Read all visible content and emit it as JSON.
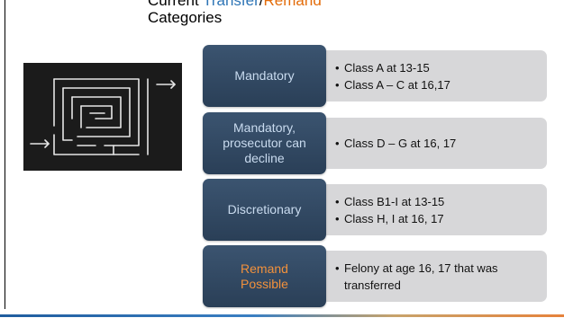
{
  "slide": {
    "title": {
      "word1": "Current",
      "word_transfer": "Transfer",
      "separator": "/",
      "word_remand": "Remand",
      "line2": "Categories"
    },
    "colors": {
      "transfer": "#2E75B6",
      "remand": "#E36C0A",
      "category_box": "#2f4660",
      "bullet_panel": "#d7d7d9"
    },
    "image_icon": "maze-icon",
    "categories": [
      {
        "label": "Mandatory",
        "bullets": [
          "Class A at 13-15",
          "Class A – C at 16,17"
        ]
      },
      {
        "label_lines": [
          "Mandatory,",
          "prosecutor can",
          "decline"
        ],
        "bullets": [
          "Class D – G at 16, 17"
        ]
      },
      {
        "label": "Discretionary",
        "bullets": [
          "Class B1-I at 13-15",
          "Class H, I at 16, 17"
        ]
      },
      {
        "label_lines": [
          "Remand",
          "Possible"
        ],
        "bullets": [
          "Felony at age 16, 17 that was transferred"
        ]
      }
    ]
  }
}
